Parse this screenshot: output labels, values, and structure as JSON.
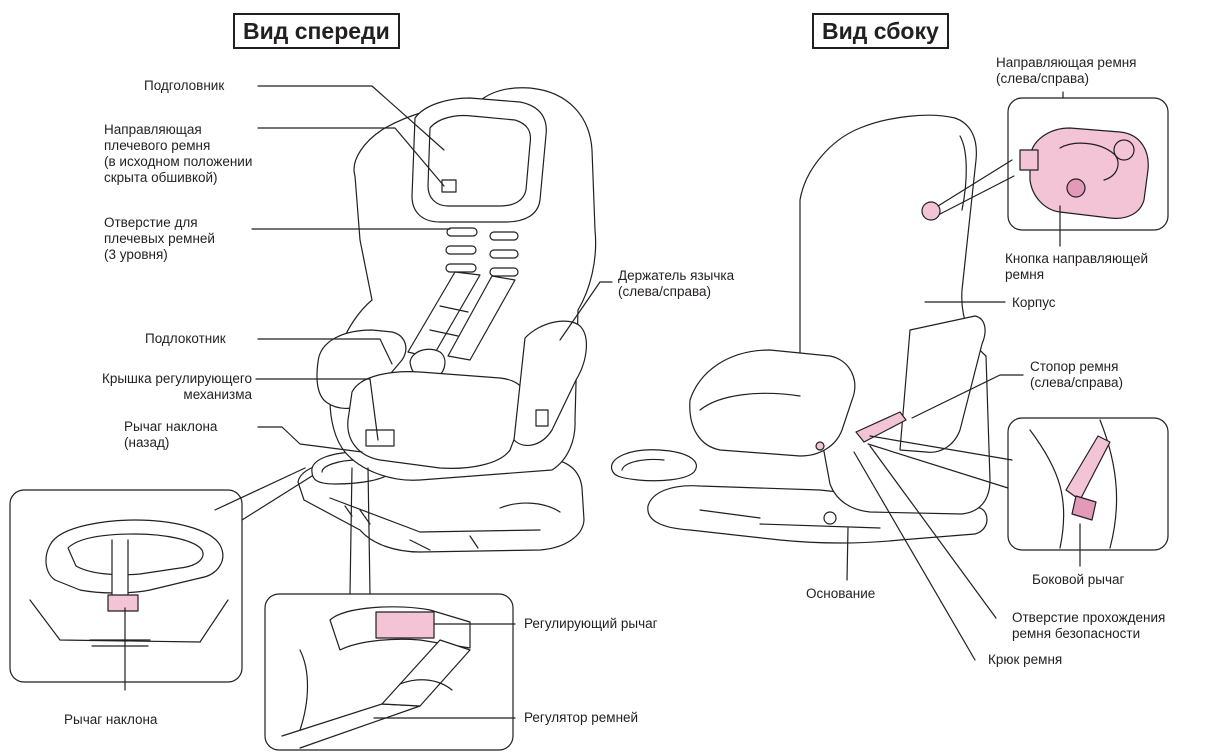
{
  "titles": {
    "front": "Вид спереди",
    "side": "Вид сбоку"
  },
  "front_labels": {
    "headrest": "Подголовник",
    "shoulder_belt_guide": "Направляющая\nплечевого ремня\n(в исходном положении\nскрыта обшивкой)",
    "shoulder_belt_slots": "Отверстие для\nплечевых ремней\n(3 уровня)",
    "tongue_holder": "Держатель язычка\n(слева/справа)",
    "armrest": "Подлокотник",
    "adjuster_cover": "Крышка регулирующего\nмеханизма",
    "recline_lever_back": "Рычаг наклона\n(назад)",
    "recline_lever": "Рычаг наклона",
    "adjuster_lever": "Регулирующий рычаг",
    "harness_adjuster": "Регулятор ремней"
  },
  "side_labels": {
    "belt_guide": "Направляющая ремня\n(слева/справа)",
    "belt_guide_button": "Кнопка направляющей\nремня",
    "shell": "Корпус",
    "belt_stopper": "Стопор ремня\n(слева/справа)",
    "side_lever": "Боковой рычаг",
    "base": "Основание",
    "belt_path_opening": "Отверстие прохождения\nремня безопасности",
    "belt_hook": "Крюк ремня"
  },
  "colors": {
    "line": "#231f20",
    "highlight_pink": "#f2c4d6",
    "highlight_pink_dark": "#e29ab8",
    "seat_fill": "#ffffff"
  }
}
